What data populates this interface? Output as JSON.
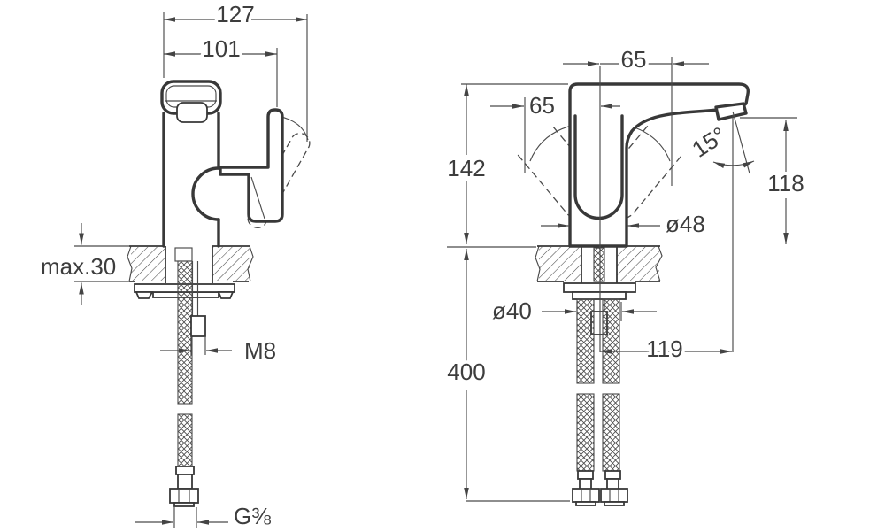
{
  "colors": {
    "line": "#383838",
    "background": "#ffffff"
  },
  "side_view": {
    "overall_depth": "127",
    "spout_depth": "101",
    "deck_thickness": "max.30",
    "stud_thread": "M8",
    "hose_thread": "G⅜"
  },
  "front_view": {
    "outlet_offset": "65",
    "handle_offset": "65",
    "height_above_deck": "142",
    "outlet_angle": "15°",
    "outlet_height": "118",
    "body_diameter": "ø48",
    "flange_diameter": "ø40",
    "spout_tip_offset": "119",
    "hose_length": "400"
  }
}
